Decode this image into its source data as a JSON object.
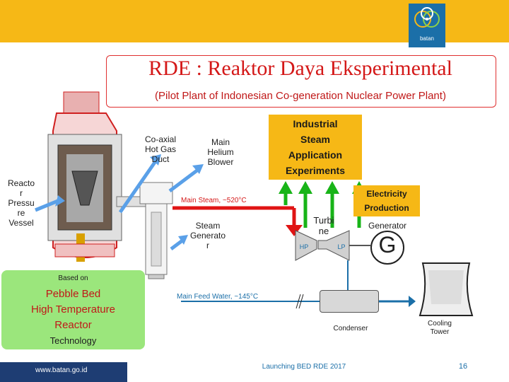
{
  "logo": {
    "text": "batan"
  },
  "title": "RDE : Reaktor Daya Eksperimental",
  "subtitle": "(Pilot Plant of Indonesian Co-generation Nuclear Power Plant)",
  "labels": {
    "reactor_vessel": [
      "Reacto",
      "r",
      "Pressu",
      "re",
      "Vessel"
    ],
    "coaxial_duct": [
      "Co-axial",
      "Hot Gas",
      "Duct"
    ],
    "main_helium_blower": [
      "Main",
      "Helium",
      "Blower"
    ],
    "steam_generator": [
      "Steam",
      "Generato",
      "r"
    ],
    "turbine": [
      "Turbi",
      "ne"
    ],
    "hp": "HP",
    "lp": "LP",
    "generator": "Generator",
    "generator_symbol": "G",
    "condenser": "Condenser",
    "cooling_tower": [
      "Cooling",
      "Tower"
    ],
    "main_steam": "Main Steam, ~520°C",
    "main_feed_water": "Main Feed Water, ~145°C"
  },
  "industrial_box": [
    "Industrial",
    "Steam",
    "Application",
    "Experiments"
  ],
  "electricity_box": [
    "Electricity",
    "Production"
  ],
  "based_on": {
    "prefix": "Based on",
    "lines": [
      "Pebble Bed",
      "High Temperature",
      "Reactor"
    ],
    "suffix": "Technology"
  },
  "footer": {
    "url": "www.batan.go.id",
    "event": "Launching BED RDE 2017",
    "page_number": "16"
  },
  "colors": {
    "accent_yellow": "#f6b816",
    "title_red": "#d41818",
    "steam_red": "#e01414",
    "feed_blue": "#1b6fa8",
    "arrow_blue": "#5aa0e8",
    "arrow_green": "#18b418"
  }
}
